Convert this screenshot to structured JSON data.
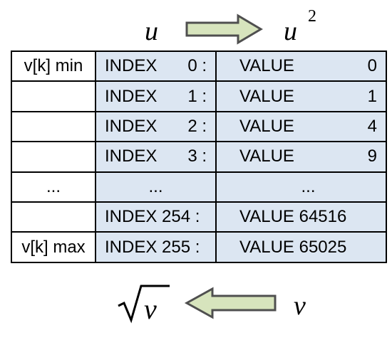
{
  "top": {
    "input_var": "u",
    "output_var": "u",
    "exponent": "2"
  },
  "bottom": {
    "input_var": "v",
    "output_var": "v"
  },
  "rows": [
    {
      "label": "v[k] min",
      "index_text": "INDEX",
      "index_num": "0 :",
      "value_text": "VALUE",
      "value_num": "0"
    },
    {
      "label": "",
      "index_text": "INDEX",
      "index_num": "1 :",
      "value_text": "VALUE",
      "value_num": "1"
    },
    {
      "label": "",
      "index_text": "INDEX",
      "index_num": "2 :",
      "value_text": "VALUE",
      "value_num": "4"
    },
    {
      "label": "",
      "index_text": "INDEX",
      "index_num": "3 :",
      "value_text": "VALUE",
      "value_num": "9"
    },
    {
      "label": "...",
      "index_ellipsis": "...",
      "value_ellipsis": "..."
    },
    {
      "label": "",
      "index_text": "INDEX 254 :",
      "value_text": "VALUE 64516"
    },
    {
      "label": "v[k] max",
      "index_text": "INDEX 255 :",
      "value_text": "VALUE 65025"
    }
  ],
  "colors": {
    "cell_fill": "#dce6f2",
    "arrow_fill": "#d7e4bd",
    "arrow_stroke": "#4f4f4f"
  }
}
